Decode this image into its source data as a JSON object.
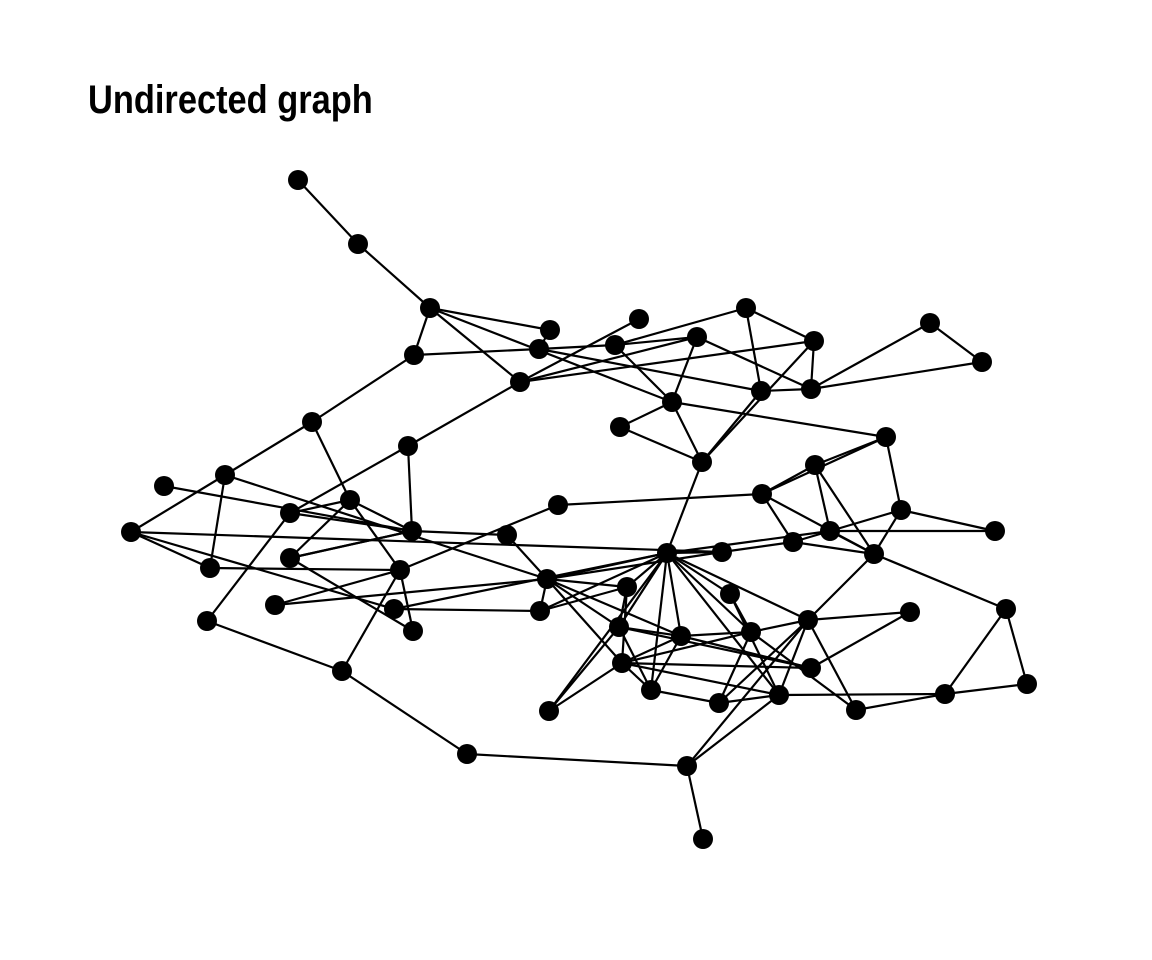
{
  "title": "Undirected graph",
  "graph": {
    "directed": false,
    "node_count": 77,
    "edge_count": 160,
    "node_color": "#000000",
    "edge_color": "#000000",
    "background": "#ffffff"
  }
}
